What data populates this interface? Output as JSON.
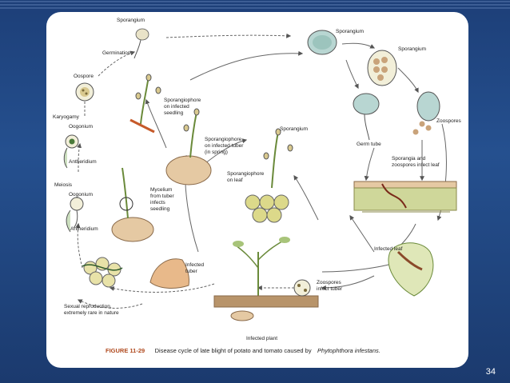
{
  "slide": {
    "page_number": "34"
  },
  "diagram": {
    "labels": {
      "sporangium_top": "Sporangium",
      "germination": "Germination",
      "oospore": "Oospore",
      "karyogamy": "Karyogamy",
      "oogonium_1": "Oogonium",
      "antheridium_1": "Antheridium",
      "meiosis": "Meiosis",
      "oogonium_2": "Oogonium",
      "antheridium_2": "Antheridium",
      "sporangiophore_seedling": [
        "Sporangiophore",
        "on infected",
        "seedling"
      ],
      "sporangiophore_tuber": [
        "Sporangiophore",
        "on infected tuber",
        "(in spring)"
      ],
      "mycelium": [
        "Mycelium",
        "from tuber",
        "infects",
        "seedling"
      ],
      "sporangium_mid": "Sporangium",
      "sporangiophore_leaf": [
        "Sporangiophore",
        "on leaf"
      ],
      "sporangium_right1": "Sporangium",
      "sporangium_right2": "Sporangium",
      "zoospores": "Zoospores",
      "germ_tube": "Germ tube",
      "sporangia_infect": [
        "Sporangia and",
        "zoospores infect leaf"
      ],
      "infected_leaf": "Infected leaf",
      "infected_tuber": [
        "Infected",
        "tuber"
      ],
      "zoospores_tuber": [
        "Zoospores",
        "infect tuber"
      ],
      "sexual_reproduction": [
        "Sexual reproduction,",
        "extremely rare in nature"
      ],
      "infected_plant": "Infected plant"
    },
    "caption": {
      "figure": "FIGURE 11-29",
      "text": "Disease cycle of late blight of potato and tomato caused by",
      "species": "Phytophthora infestans."
    }
  }
}
